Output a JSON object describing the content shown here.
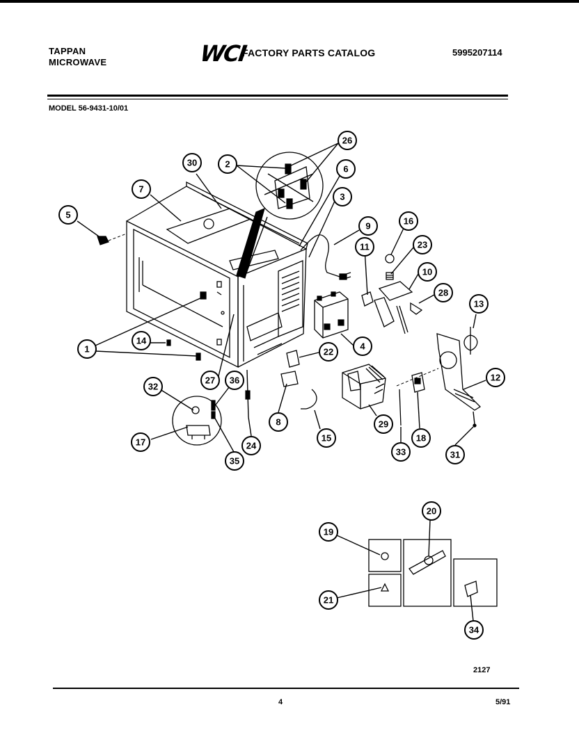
{
  "header": {
    "brand_line1": "TAPPAN",
    "brand_line2": "MICROWAVE",
    "logo": "WCI",
    "catalog_title": "FACTORY PARTS CATALOG",
    "catalog_number": "5995207114",
    "model": "MODEL 56-9431-10/01"
  },
  "callouts": [
    "1",
    "2",
    "3",
    "4",
    "5",
    "6",
    "7",
    "8",
    "9",
    "10",
    "11",
    "12",
    "13",
    "14",
    "15",
    "16",
    "17",
    "18",
    "19",
    "20",
    "21",
    "22",
    "23",
    "24",
    "26",
    "27",
    "28",
    "29",
    "30",
    "31",
    "32",
    "33",
    "34",
    "35",
    "36"
  ],
  "footer": {
    "figure_code": "2127",
    "page_number": "4",
    "date": "5/91"
  }
}
